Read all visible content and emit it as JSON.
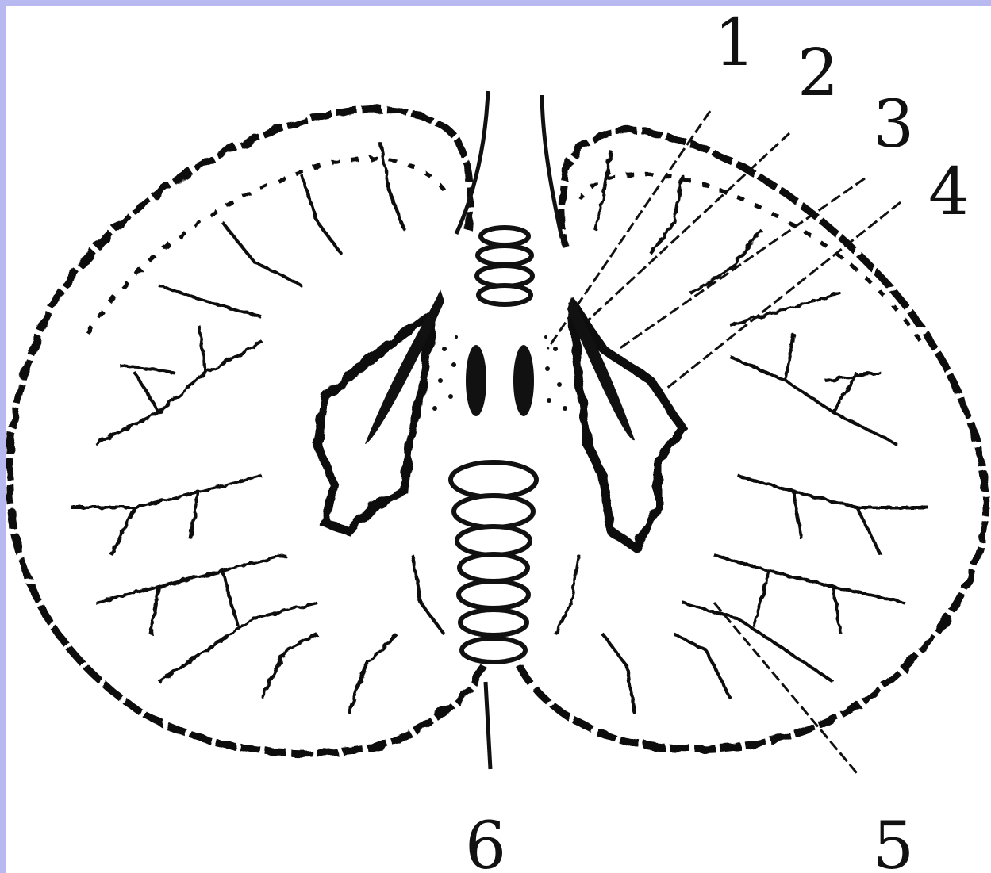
{
  "diagram": {
    "labels": [
      "1",
      "2",
      "3",
      "4",
      "5",
      "6"
    ],
    "colors": {
      "frame": "#b9b9f2",
      "ink": "#111111",
      "background": "#ffffff"
    }
  }
}
